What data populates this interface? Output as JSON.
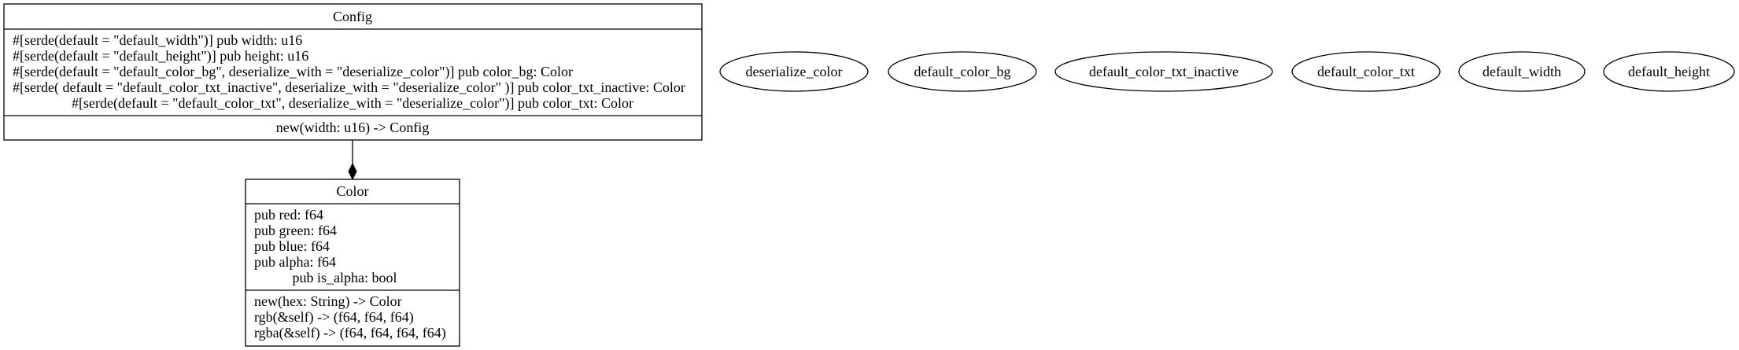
{
  "config": {
    "title": "Config",
    "fields": [
      "#[serde(default = \"default_width\")] pub width: u16",
      "#[serde(default = \"default_height\")] pub height: u16",
      "#[serde(default = \"default_color_bg\", deserialize_with = \"deserialize_color\")] pub color_bg: Color",
      "#[serde( default = \"default_color_txt_inactive\", deserialize_with = \"deserialize_color\" )] pub color_txt_inactive: Color",
      "#[serde(default = \"default_color_txt\", deserialize_with = \"deserialize_color\")] pub color_txt: Color"
    ],
    "methods": [
      "new(width: u16) -> Config"
    ]
  },
  "color": {
    "title": "Color",
    "fields": [
      "pub red: f64",
      "pub green: f64",
      "pub blue: f64",
      "pub alpha: f64",
      "pub is_alpha: bool"
    ],
    "methods": [
      "new(hex: String) -> Color",
      "rgb(&self) -> (f64, f64, f64)",
      "rgba(&self) -> (f64, f64, f64, f64)"
    ]
  },
  "functions": [
    "deserialize_color",
    "default_color_bg",
    "default_color_txt_inactive",
    "default_color_txt",
    "default_width",
    "default_height"
  ]
}
